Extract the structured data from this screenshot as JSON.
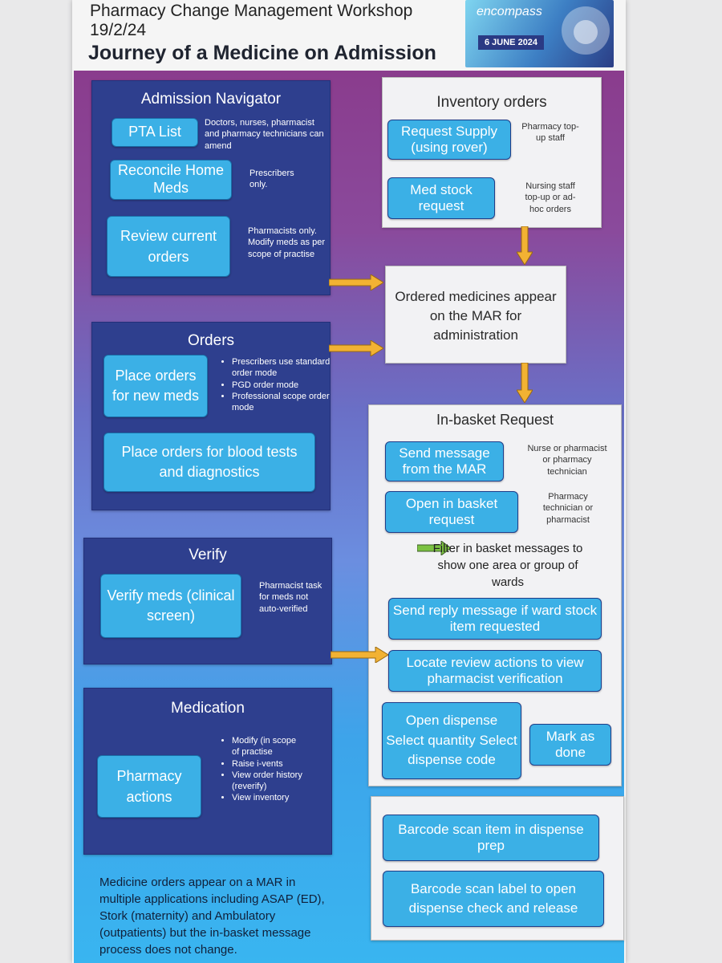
{
  "header": {
    "line1": "Pharmacy Change Management Workshop",
    "line2": "19/2/24",
    "title": "Journey of a Medicine on Admission"
  },
  "logo": {
    "brand": "encompass",
    "date": "6 JUNE 2024"
  },
  "admission_navigator": {
    "title": "Admission Navigator",
    "items": [
      {
        "label": "PTA List",
        "note": "Doctors, nurses, pharmacist and pharmacy technicians can amend"
      },
      {
        "label": "Reconcile Home Meds",
        "note": "Prescribers only."
      },
      {
        "label": "Review current orders",
        "note": "Pharmacists only. Modify meds as per scope of practise"
      }
    ]
  },
  "orders": {
    "title": "Orders",
    "place_new": "Place orders for new meds",
    "bullets": [
      "Prescribers use standard order mode",
      "PGD order mode",
      "Professional scope order mode"
    ],
    "place_blood": "Place orders for blood tests and diagnostics"
  },
  "verify": {
    "title": "Verify",
    "button": "Verify meds (clinical screen)",
    "note": "Pharmacist task for meds not auto-verified"
  },
  "medication": {
    "title": "Medication",
    "button": "Pharmacy actions",
    "bullets": [
      "Modify (in scope of practise",
      "Raise i-vents",
      "View order history (reverify)",
      "View inventory"
    ]
  },
  "inventory": {
    "title": "Inventory orders",
    "items": [
      {
        "label": "Request Supply (using rover)",
        "note": "Pharmacy top-up staff"
      },
      {
        "label": "Med stock request",
        "note": "Nursing staff top-up or ad-hoc orders"
      }
    ]
  },
  "mar": {
    "text": "Ordered medicines appear on the MAR for administration"
  },
  "inbasket": {
    "title": "In-basket Request",
    "send_message": "Send message from the MAR",
    "send_note": "Nurse or pharmacist or pharmacy technician",
    "open_request": "Open in basket request",
    "open_note": "Pharmacy technician or pharmacist",
    "filter": "Filter in basket messages to show one area or group of wards",
    "send_reply": "Send reply message if ward stock item requested",
    "locate": "Locate review actions to view pharmacist verification",
    "dispense": "Open dispense Select quantity Select dispense code",
    "mark_done": "Mark as done"
  },
  "barcode": {
    "scan_item": "Barcode scan item in dispense prep",
    "scan_label": "Barcode scan label to open dispense check and release"
  },
  "footer": "Medicine orders appear on a MAR in multiple applications including ASAP (ED), Stork (maternity) and Ambulatory (outpatients) but the in-basket message process does not change.",
  "colors": {
    "dark_box": "#2e3f8e",
    "button": "#3bb0e6",
    "arrow": "#f2b233",
    "green_arrow": "#7cc242"
  }
}
